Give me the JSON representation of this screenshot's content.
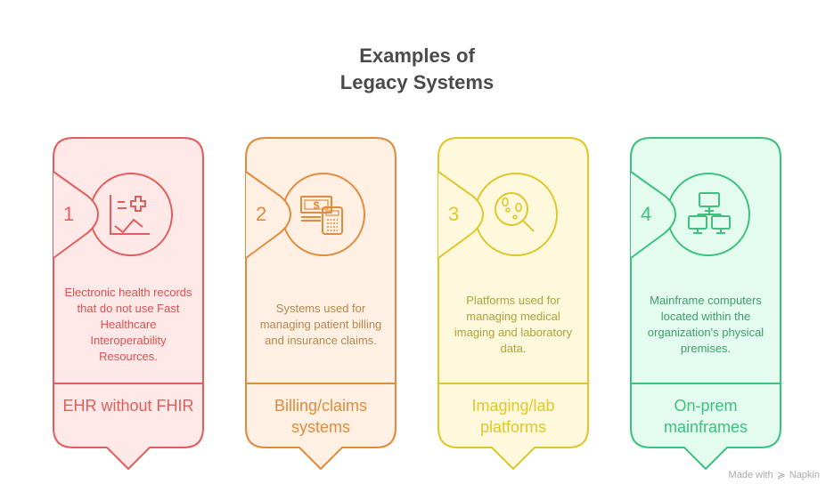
{
  "title": {
    "line1": "Examples of",
    "line2": "Legacy Systems"
  },
  "cards": [
    {
      "number": "1",
      "icon": "medical-chart-icon",
      "description": "Electronic health records that do not use Fast Healthcare Interoperability Resources.",
      "label": "EHR without FHIR",
      "stroke": "#E35D5B",
      "fill": "#FFE8E8",
      "text": "#D9534F"
    },
    {
      "number": "2",
      "icon": "money-calculator-icon",
      "description": "Systems used for managing patient billing and insurance claims.",
      "label": "Billing/claims systems",
      "stroke": "#E38B3C",
      "fill": "#FFF0E3",
      "text": "#B8864E"
    },
    {
      "number": "3",
      "icon": "microscope-sample-icon",
      "description": "Platforms used for managing medical imaging and laboratory data.",
      "label": "Imaging/lab platforms",
      "stroke": "#E2C629",
      "fill": "#FEF9DC",
      "text": "#B0A23A"
    },
    {
      "number": "4",
      "icon": "network-computers-icon",
      "description": "Mainframe computers located within the organization's physical premises.",
      "label": "On-prem mainframes",
      "stroke": "#3DC17F",
      "fill": "#E3FCEF",
      "text": "#3E9E6C"
    }
  ],
  "footer": {
    "made_with": "Made with",
    "brand": "Napkin"
  }
}
